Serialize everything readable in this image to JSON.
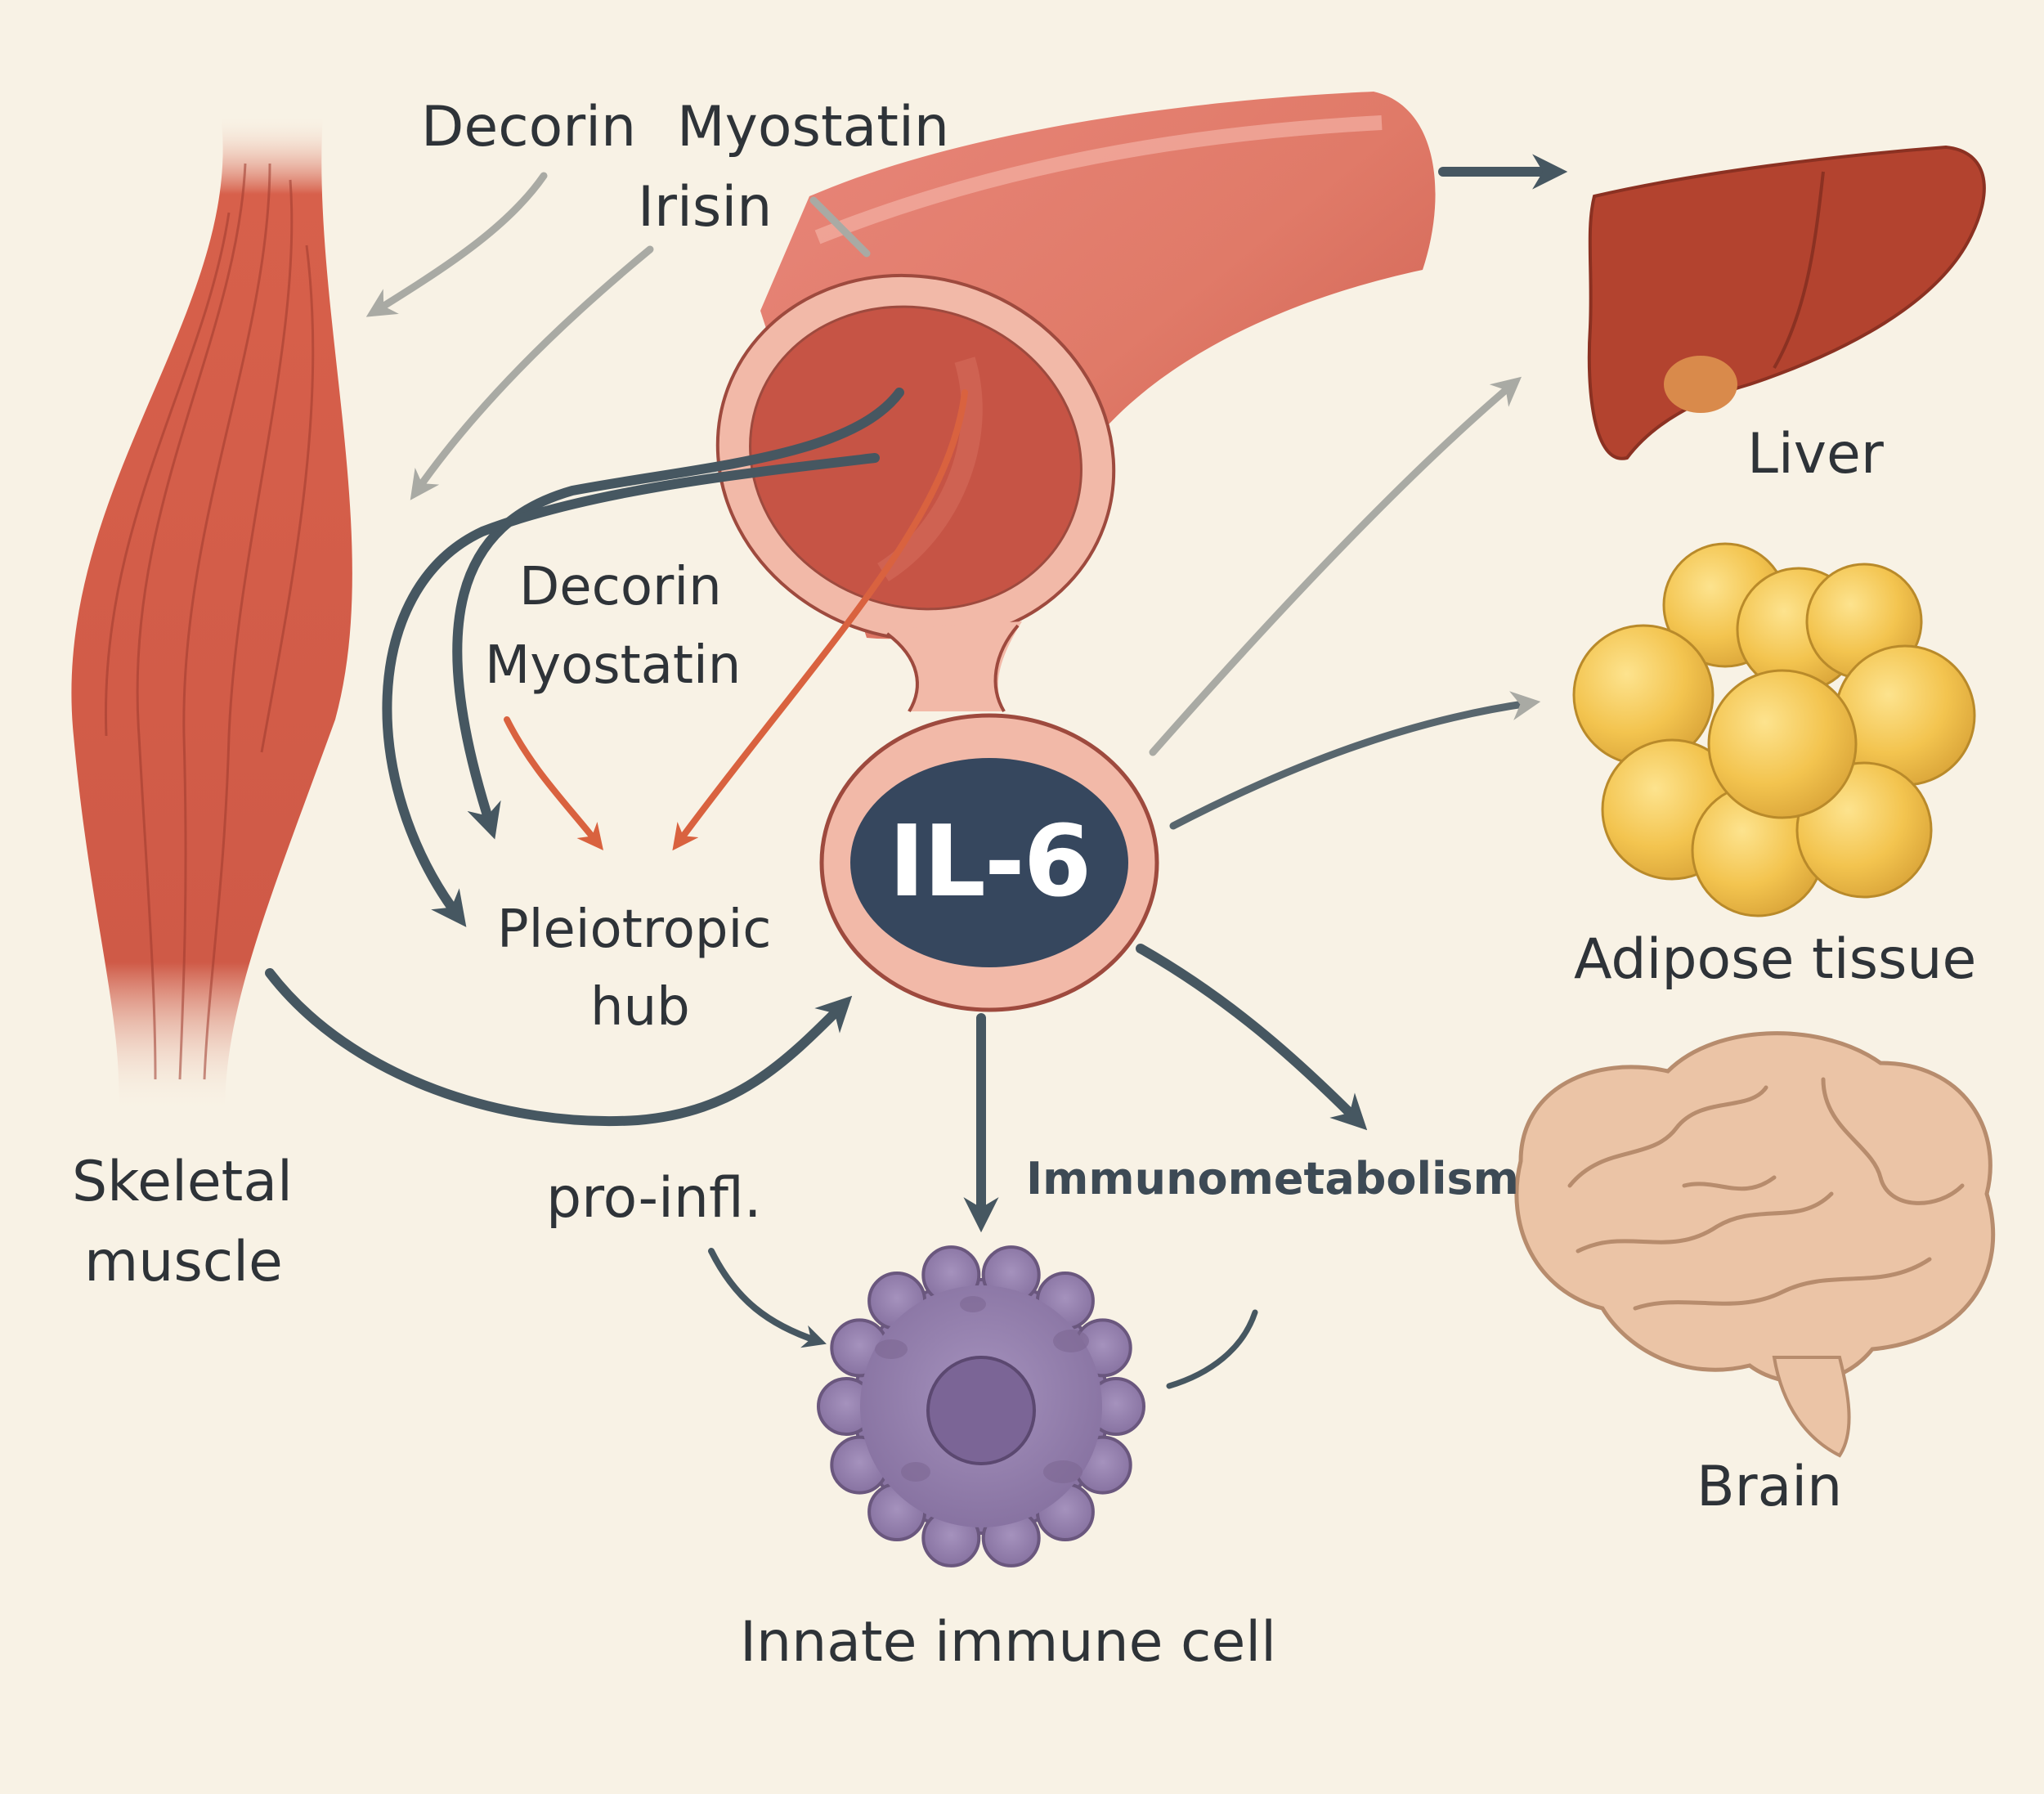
{
  "labels": {
    "top_decorin": "Decorin",
    "top_myostatin": "Myostatin",
    "top_irisin": "Irisin",
    "mid_decorin": "Decorin",
    "mid_myostatin": "Myostatin",
    "hub_line1": "Pleiotropic",
    "hub_line2": "hub",
    "il6": "IL-6",
    "skeletal_line1": "Skeletal",
    "skeletal_line2": "muscle",
    "pro_infl": "pro-infl.",
    "immunometabolism": "Immunometabolism",
    "innate_immune_cell": "Innate immune cell",
    "liver": "Liver",
    "adipose": "Adipose tissue",
    "brain": "Brain"
  },
  "colors": {
    "background": "#f8f2e5",
    "muscle": "#cf5a47",
    "vessel": "#d86f5e",
    "vessel_wall": "#f2b9a8",
    "il6_fill": "#36475e",
    "arrow_dark": "#465761",
    "arrow_grey": "#a9aaa4",
    "arrow_orange": "#d9623f",
    "liver": "#b3432f",
    "fat": "#f0c24e",
    "brain": "#ebc4a6",
    "immune_cell": "#8f7aa8"
  }
}
